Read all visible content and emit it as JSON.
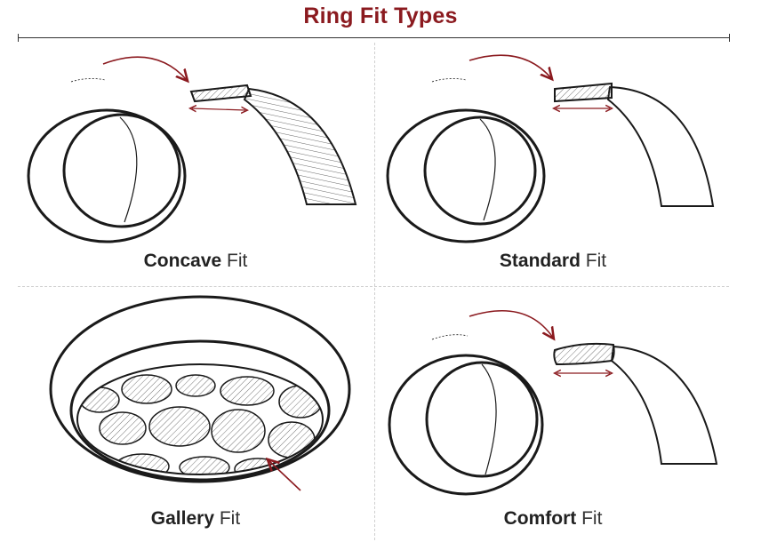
{
  "title": "Ring Fit Types",
  "fits": [
    {
      "name": "Concave",
      "suffix": "Fit"
    },
    {
      "name": "Standard",
      "suffix": "Fit"
    },
    {
      "name": "Gallery",
      "suffix": "Fit"
    },
    {
      "name": "Comfort",
      "suffix": "Fit"
    }
  ],
  "colors": {
    "title": "#8b1a1f",
    "arrow": "#8b1a1f",
    "line": "#1a1a1a",
    "hatch": "#666666",
    "divider": "#cfcfcf"
  }
}
